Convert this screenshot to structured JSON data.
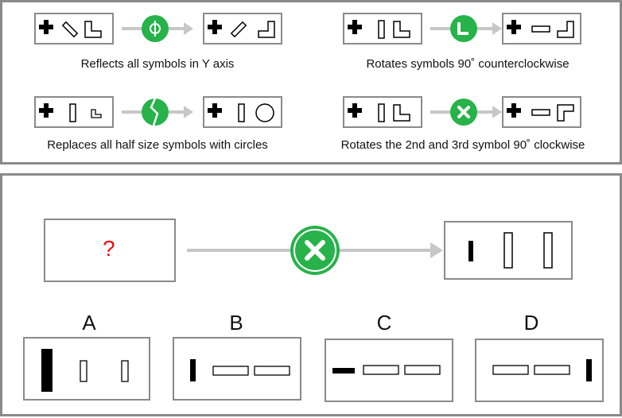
{
  "colors": {
    "operator_green": "#27b24a",
    "arrow_grey": "#c7c7c7",
    "border_grey": "#8a8a8a",
    "question_red": "#e11111",
    "symbol_black": "#000000"
  },
  "rules": [
    {
      "operator_icon": "phi-icon",
      "caption": "Reflects all symbols in Y axis"
    },
    {
      "operator_icon": "corner-icon",
      "caption": "Rotates symbols 90˚ counterclockwise"
    },
    {
      "operator_icon": "zigzag-icon",
      "caption": "Replaces all half size symbols with circles"
    },
    {
      "operator_icon": "x-icon",
      "caption": "Rotates the 2nd and 3rd symbol 90˚ clockwise"
    }
  ],
  "question": {
    "unknown_mark": "?",
    "operator_icon": "x-icon"
  },
  "options": [
    {
      "letter": "A"
    },
    {
      "letter": "B"
    },
    {
      "letter": "C"
    },
    {
      "letter": "D"
    }
  ]
}
